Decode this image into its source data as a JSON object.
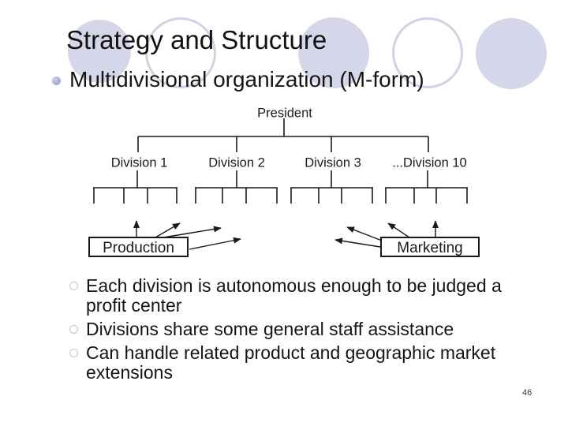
{
  "slide": {
    "title": "Strategy and Structure",
    "main_bullet": "Multidivisional organization (M-form)",
    "sub_bullets": [
      "Each division is autonomous enough to be judged a profit center",
      "Divisions share some general staff assistance",
      "Can handle related product and geographic market extensions"
    ],
    "page_number": "46"
  },
  "org_chart": {
    "root": "President",
    "divisions": [
      "Division 1",
      "Division 2",
      "Division 3",
      "...Division 10"
    ],
    "shared_staff": [
      "Production",
      "Marketing"
    ]
  },
  "colors": {
    "background": "#FFFFFF",
    "text": "#1A1A1A",
    "decor_circle_fill": "#D5D6E9",
    "decor_circle_outline": "#D2D2E4",
    "level1_bullet": "#A8AFDD",
    "level2_bullet_ring": "#C3C4D7",
    "diagram_line": "#1A1A1A"
  }
}
